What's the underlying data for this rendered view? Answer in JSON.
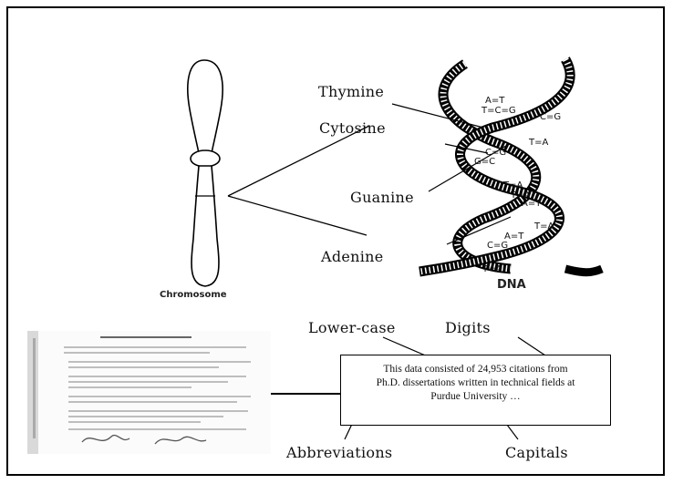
{
  "chromosome": {
    "caption": "Chromosome"
  },
  "dna": {
    "caption": "DNA",
    "bases": [
      "Thymine",
      "Cytosine",
      "Guanine",
      "Adenine"
    ],
    "pairs": [
      "A=T",
      "T=C=G",
      "C=G",
      "T=A",
      "C=G",
      "G=C",
      "T=A",
      "T=A",
      "A=T",
      "T=A",
      "A=T",
      "C=G",
      "T=A"
    ]
  },
  "text_box": {
    "lines": [
      "This data consisted of 24,953 citations from",
      "Ph.D. dissertations written in technical fields at",
      "Purdue University …"
    ]
  },
  "annotations": {
    "lower_case": "Lower-case",
    "digits": "Digits",
    "abbreviations": "Abbreviations",
    "capitals": "Capitals"
  }
}
